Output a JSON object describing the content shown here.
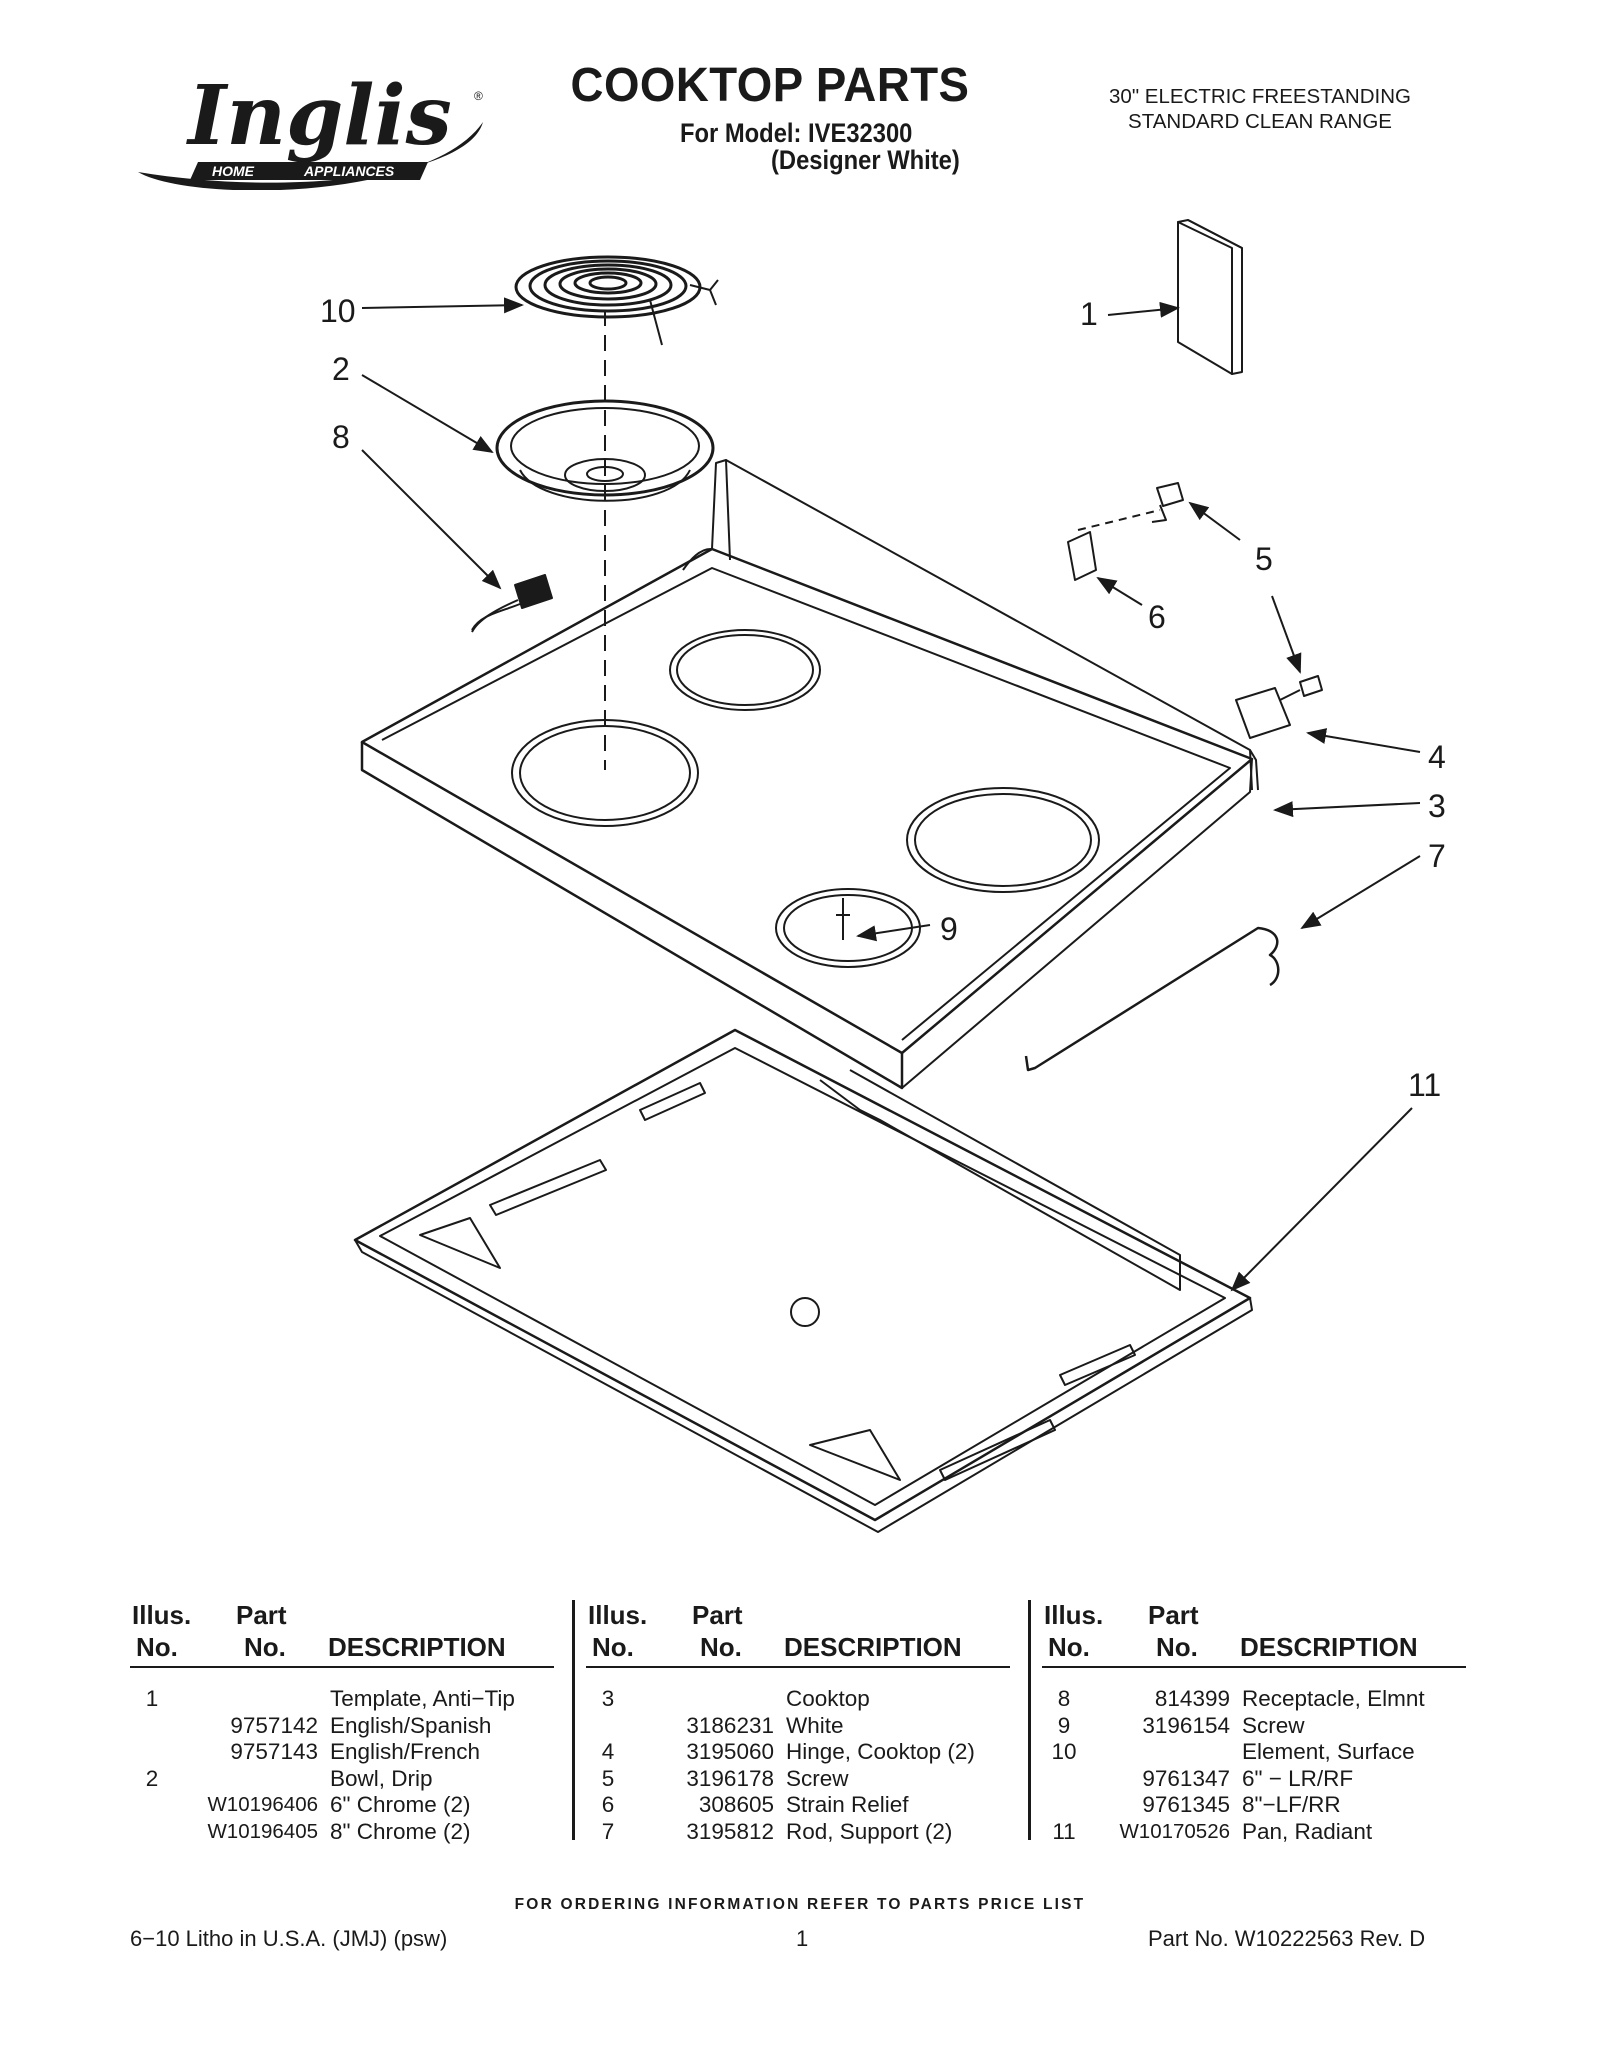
{
  "brand": {
    "name": "Inglis",
    "tagline_left": "HOME",
    "tagline_right": "APPLIANCES",
    "registered": "®"
  },
  "header": {
    "title": "COOKTOP PARTS",
    "model_line": "For Model: IVE32300",
    "color_line": "(Designer White)",
    "right_line1": "30\" ELECTRIC FREESTANDING",
    "right_line2": "STANDARD CLEAN RANGE"
  },
  "diagram": {
    "callouts": [
      "1",
      "2",
      "3",
      "4",
      "5",
      "6",
      "7",
      "8",
      "9",
      "10",
      "11"
    ]
  },
  "table": {
    "headers": {
      "illus_line1": "Illus.",
      "illus_line2": "No.",
      "part_line1": "Part",
      "part_line2": "No.",
      "description": "DESCRIPTION"
    },
    "columns": [
      [
        {
          "illus": "1",
          "part": "",
          "desc": "Template, Anti−Tip"
        },
        {
          "illus": "",
          "part": "9757142",
          "desc": "English/Spanish"
        },
        {
          "illus": "",
          "part": "9757143",
          "desc": "English/French"
        },
        {
          "illus": "2",
          "part": "",
          "desc": "Bowl, Drip"
        },
        {
          "illus": "",
          "part": "W10196406",
          "desc": "6\" Chrome (2)"
        },
        {
          "illus": "",
          "part": "W10196405",
          "desc": "8\" Chrome (2)"
        }
      ],
      [
        {
          "illus": "3",
          "part": "",
          "desc": "Cooktop"
        },
        {
          "illus": "",
          "part": "3186231",
          "desc": "White"
        },
        {
          "illus": "4",
          "part": "3195060",
          "desc": "Hinge, Cooktop (2)"
        },
        {
          "illus": "5",
          "part": "3196178",
          "desc": "Screw"
        },
        {
          "illus": "6",
          "part": "308605",
          "desc": "Strain Relief"
        },
        {
          "illus": "7",
          "part": "3195812",
          "desc": "Rod, Support (2)"
        }
      ],
      [
        {
          "illus": "8",
          "part": "814399",
          "desc": "Receptacle, Elmnt"
        },
        {
          "illus": "9",
          "part": "3196154",
          "desc": "Screw"
        },
        {
          "illus": "10",
          "part": "",
          "desc": "Element, Surface"
        },
        {
          "illus": "",
          "part": "9761347",
          "desc": "6\" − LR/RF"
        },
        {
          "illus": "",
          "part": "9761345",
          "desc": "8\"−LF/RR"
        },
        {
          "illus": "11",
          "part": "W10170526",
          "desc": "Pan, Radiant"
        }
      ]
    ]
  },
  "footer": {
    "ordering": "FOR ORDERING INFORMATION REFER TO PARTS PRICE LIST",
    "litho": "6−10 Litho in U.S.A. (JMJ) (psw)",
    "page": "1",
    "part_no": "Part No. W10222563 Rev. D"
  }
}
